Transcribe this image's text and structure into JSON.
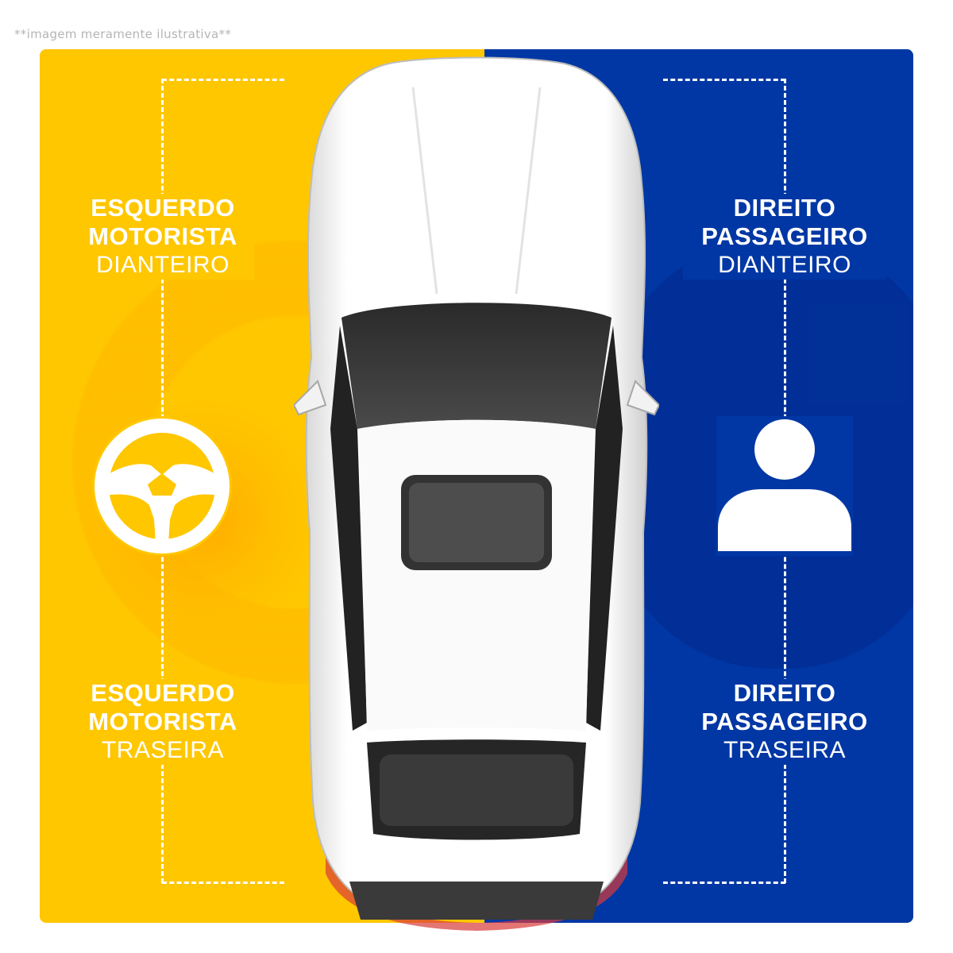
{
  "disclaimer": "**imagem meramente ilustrativa**",
  "colors": {
    "left_bg": "#ffc700",
    "right_bg": "#0137a4",
    "text": "#ffffff"
  },
  "left": {
    "front": {
      "line1": "ESQUERDO",
      "line2": "MOTORISTA",
      "position": "DIANTEIRO"
    },
    "rear": {
      "line1": "ESQUERDO",
      "line2": "MOTORISTA",
      "position": "TRASEIRA"
    },
    "icon": "steering-wheel-icon"
  },
  "right": {
    "front": {
      "line1": "DIREITO",
      "line2": "PASSAGEIRO",
      "position": "DIANTEIRO"
    },
    "rear": {
      "line1": "DIREITO",
      "line2": "PASSAGEIRO",
      "position": "TRASEIRA"
    },
    "icon": "person-icon"
  },
  "car": {
    "icon": "car-top-view-icon"
  }
}
